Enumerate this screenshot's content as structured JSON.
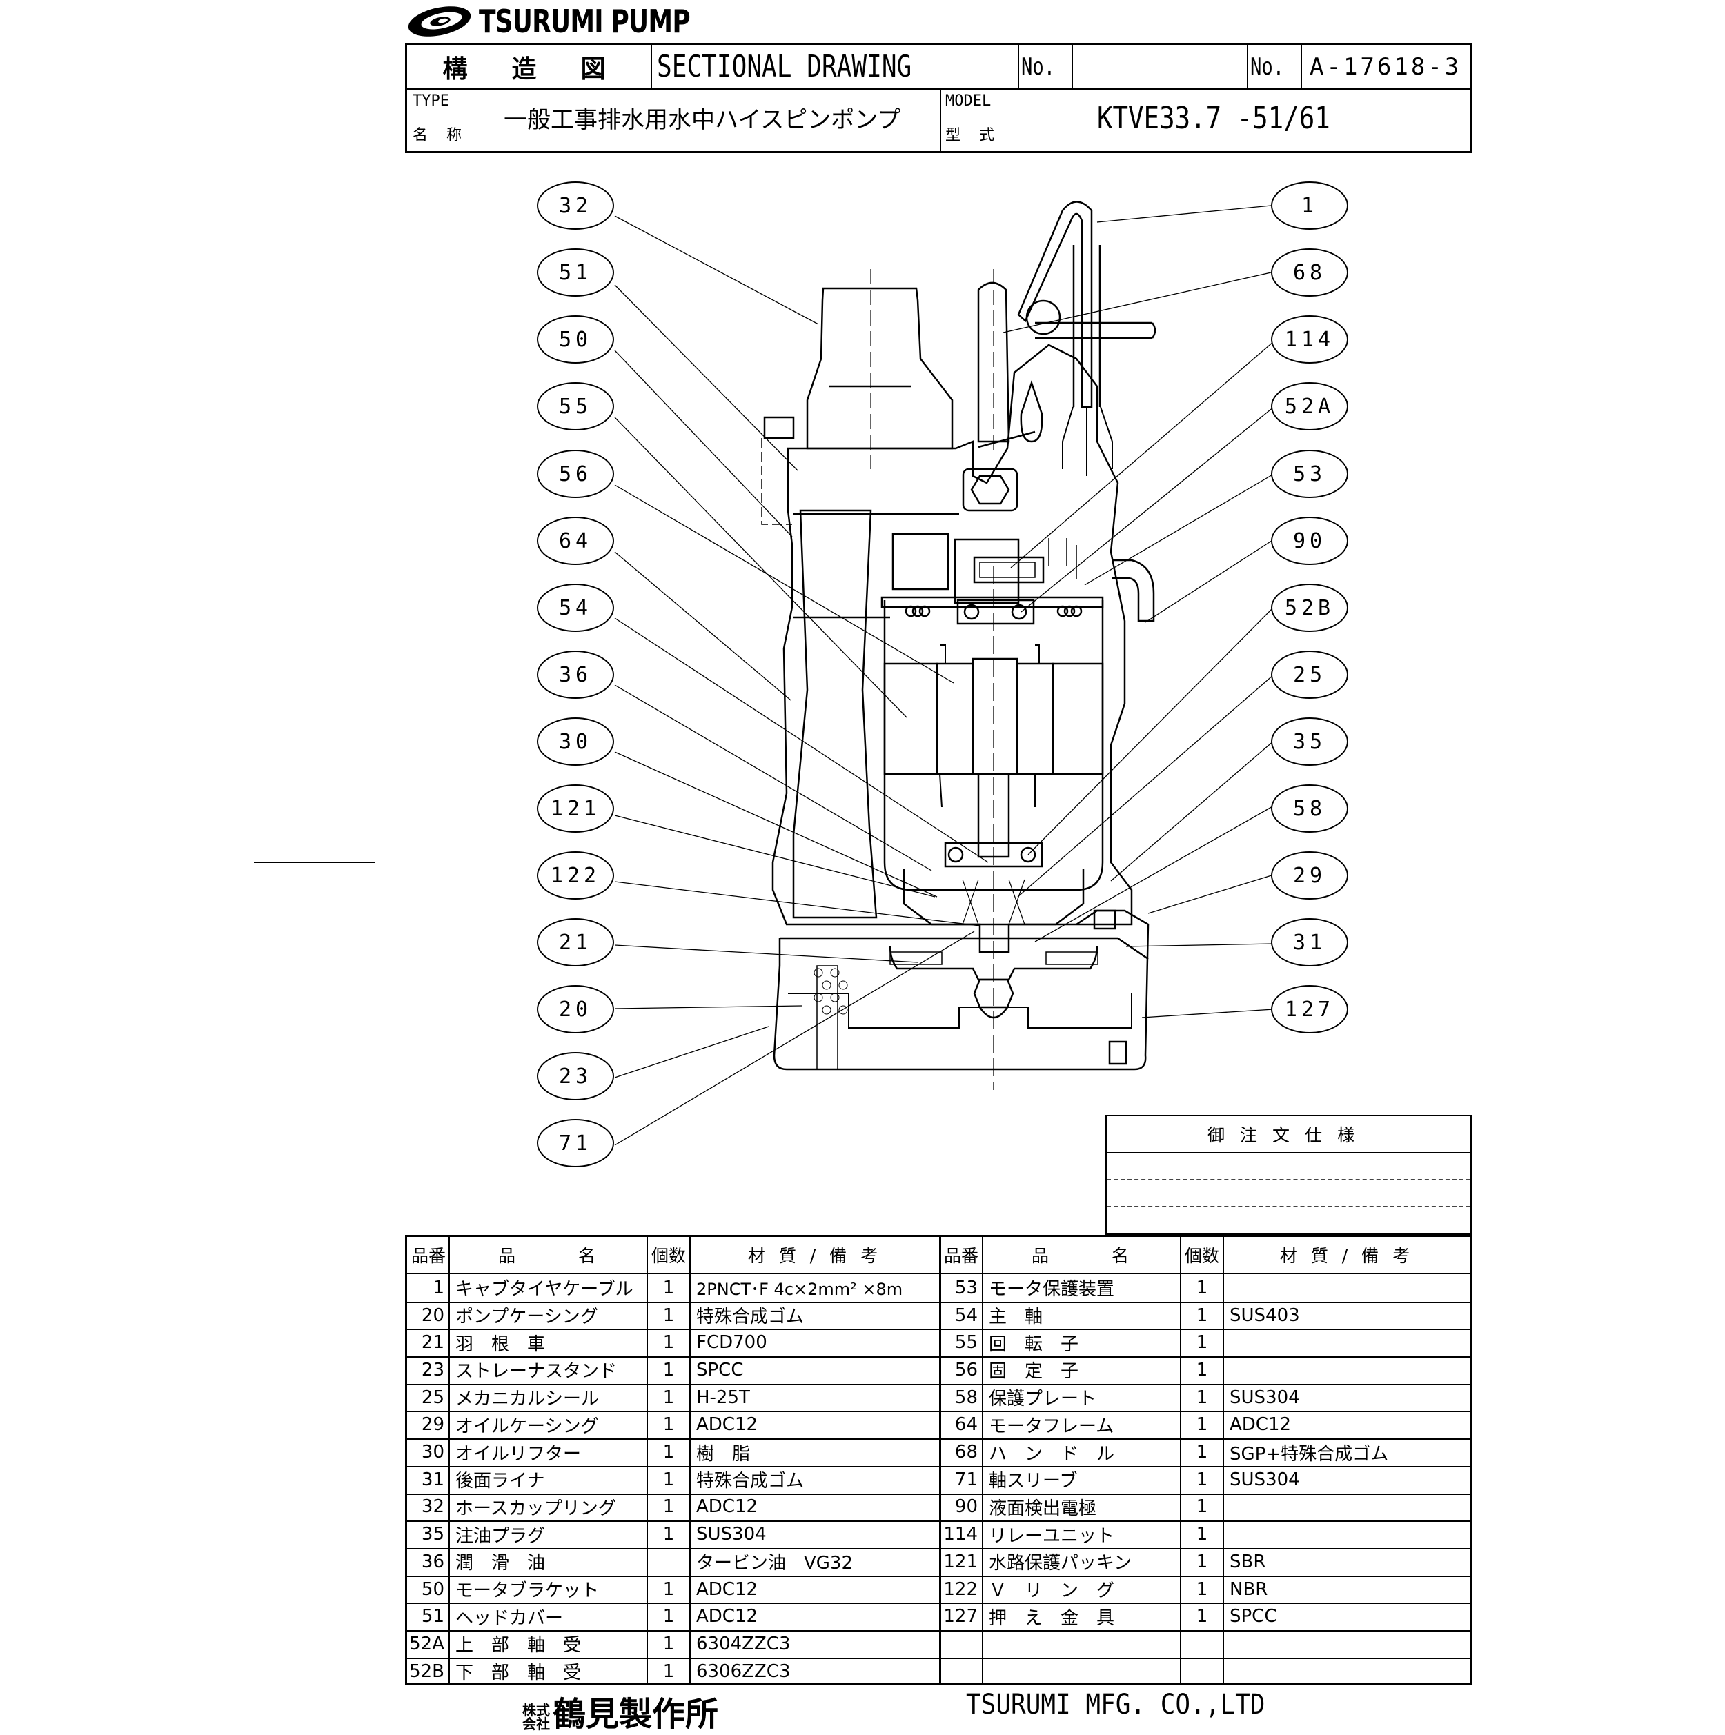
{
  "logo": {
    "icon": "tsurumi-swirl-icon",
    "text": "TSURUMI PUMP"
  },
  "title_block": {
    "drawing_type_jp": "構　造　図",
    "drawing_type_en": "SECTIONAL DRAWING",
    "no_label_1": "No.",
    "no_value_1": "",
    "no_label_2": "No.",
    "drawing_number": "A-17618-3",
    "type_label_en": "TYPE",
    "type_label_jp": "名 称",
    "type_value": "一般工事排水用水中ハイスピンポンプ",
    "model_label_en": "MODEL",
    "model_label_jp": "型 式",
    "model_value": "KTVE33.7 -51/61"
  },
  "callouts": {
    "left": [
      "32",
      "51",
      "50",
      "55",
      "56",
      "64",
      "54",
      "36",
      "30",
      "121",
      "122",
      "21",
      "20",
      "23",
      "71"
    ],
    "right": [
      "1",
      "68",
      "114",
      "52A",
      "53",
      "90",
      "52B",
      "25",
      "35",
      "58",
      "29",
      "31",
      "127"
    ]
  },
  "order_spec": {
    "title": "御注文仕様",
    "lines": [
      "",
      "",
      ""
    ]
  },
  "parts_table": {
    "headers": {
      "no": "品番",
      "name": "品　　　名",
      "qty": "個数",
      "material": "材 質 / 備 考"
    },
    "left": [
      {
        "no": "1",
        "name": "キャブタイヤケーブル",
        "qty": "1",
        "material": "2PNCT･F 4c×2mm² ×8m"
      },
      {
        "no": "20",
        "name": "ポンプケーシング",
        "qty": "1",
        "material": "特殊合成ゴム"
      },
      {
        "no": "21",
        "name": "羽　根　車",
        "qty": "1",
        "material": "FCD700"
      },
      {
        "no": "23",
        "name": "ストレーナスタンド",
        "qty": "1",
        "material": "SPCC"
      },
      {
        "no": "25",
        "name": "メカニカルシール",
        "qty": "1",
        "material": "H-25T"
      },
      {
        "no": "29",
        "name": "オイルケーシング",
        "qty": "1",
        "material": "ADC12"
      },
      {
        "no": "30",
        "name": "オイルリフター",
        "qty": "1",
        "material": "樹　脂"
      },
      {
        "no": "31",
        "name": "後面ライナ",
        "qty": "1",
        "material": "特殊合成ゴム"
      },
      {
        "no": "32",
        "name": "ホースカップリング",
        "qty": "1",
        "material": "ADC12"
      },
      {
        "no": "35",
        "name": "注油プラグ",
        "qty": "1",
        "material": "SUS304"
      },
      {
        "no": "36",
        "name": "潤　滑　油",
        "qty": "",
        "material": "タービン油　VG32"
      },
      {
        "no": "50",
        "name": "モータブラケット",
        "qty": "1",
        "material": "ADC12"
      },
      {
        "no": "51",
        "name": "ヘッドカバー",
        "qty": "1",
        "material": "ADC12"
      },
      {
        "no": "52A",
        "name": "上　部　軸　受",
        "qty": "1",
        "material": "6304ZZC3"
      },
      {
        "no": "52B",
        "name": "下　部　軸　受",
        "qty": "1",
        "material": "6306ZZC3"
      }
    ],
    "right": [
      {
        "no": "53",
        "name": "モータ保護装置",
        "qty": "1",
        "material": ""
      },
      {
        "no": "54",
        "name": "主　軸",
        "qty": "1",
        "material": "SUS403"
      },
      {
        "no": "55",
        "name": "回　転　子",
        "qty": "1",
        "material": ""
      },
      {
        "no": "56",
        "name": "固　定　子",
        "qty": "1",
        "material": ""
      },
      {
        "no": "58",
        "name": "保護プレート",
        "qty": "1",
        "material": "SUS304"
      },
      {
        "no": "64",
        "name": "モータフレーム",
        "qty": "1",
        "material": "ADC12"
      },
      {
        "no": "68",
        "name": "ハ　ン　ド　ル",
        "qty": "1",
        "material": "SGP+特殊合成ゴム"
      },
      {
        "no": "71",
        "name": "軸スリーブ",
        "qty": "1",
        "material": "SUS304"
      },
      {
        "no": "90",
        "name": "液面検出電極",
        "qty": "1",
        "material": ""
      },
      {
        "no": "114",
        "name": "リレーユニット",
        "qty": "1",
        "material": ""
      },
      {
        "no": "121",
        "name": "水路保護パッキン",
        "qty": "1",
        "material": "SBR"
      },
      {
        "no": "122",
        "name": "Ｖ　リ　ン　グ",
        "qty": "1",
        "material": "NBR"
      },
      {
        "no": "127",
        "name": "押　え　金　具",
        "qty": "1",
        "material": "SPCC"
      },
      {
        "no": "",
        "name": "",
        "qty": "",
        "material": ""
      },
      {
        "no": "",
        "name": "",
        "qty": "",
        "material": ""
      }
    ]
  },
  "footer": {
    "company_prefix_jp": "株式会社",
    "company_jp": "鶴見製作所",
    "company_en": "TSURUMI MFG.  CO.,LTD"
  }
}
